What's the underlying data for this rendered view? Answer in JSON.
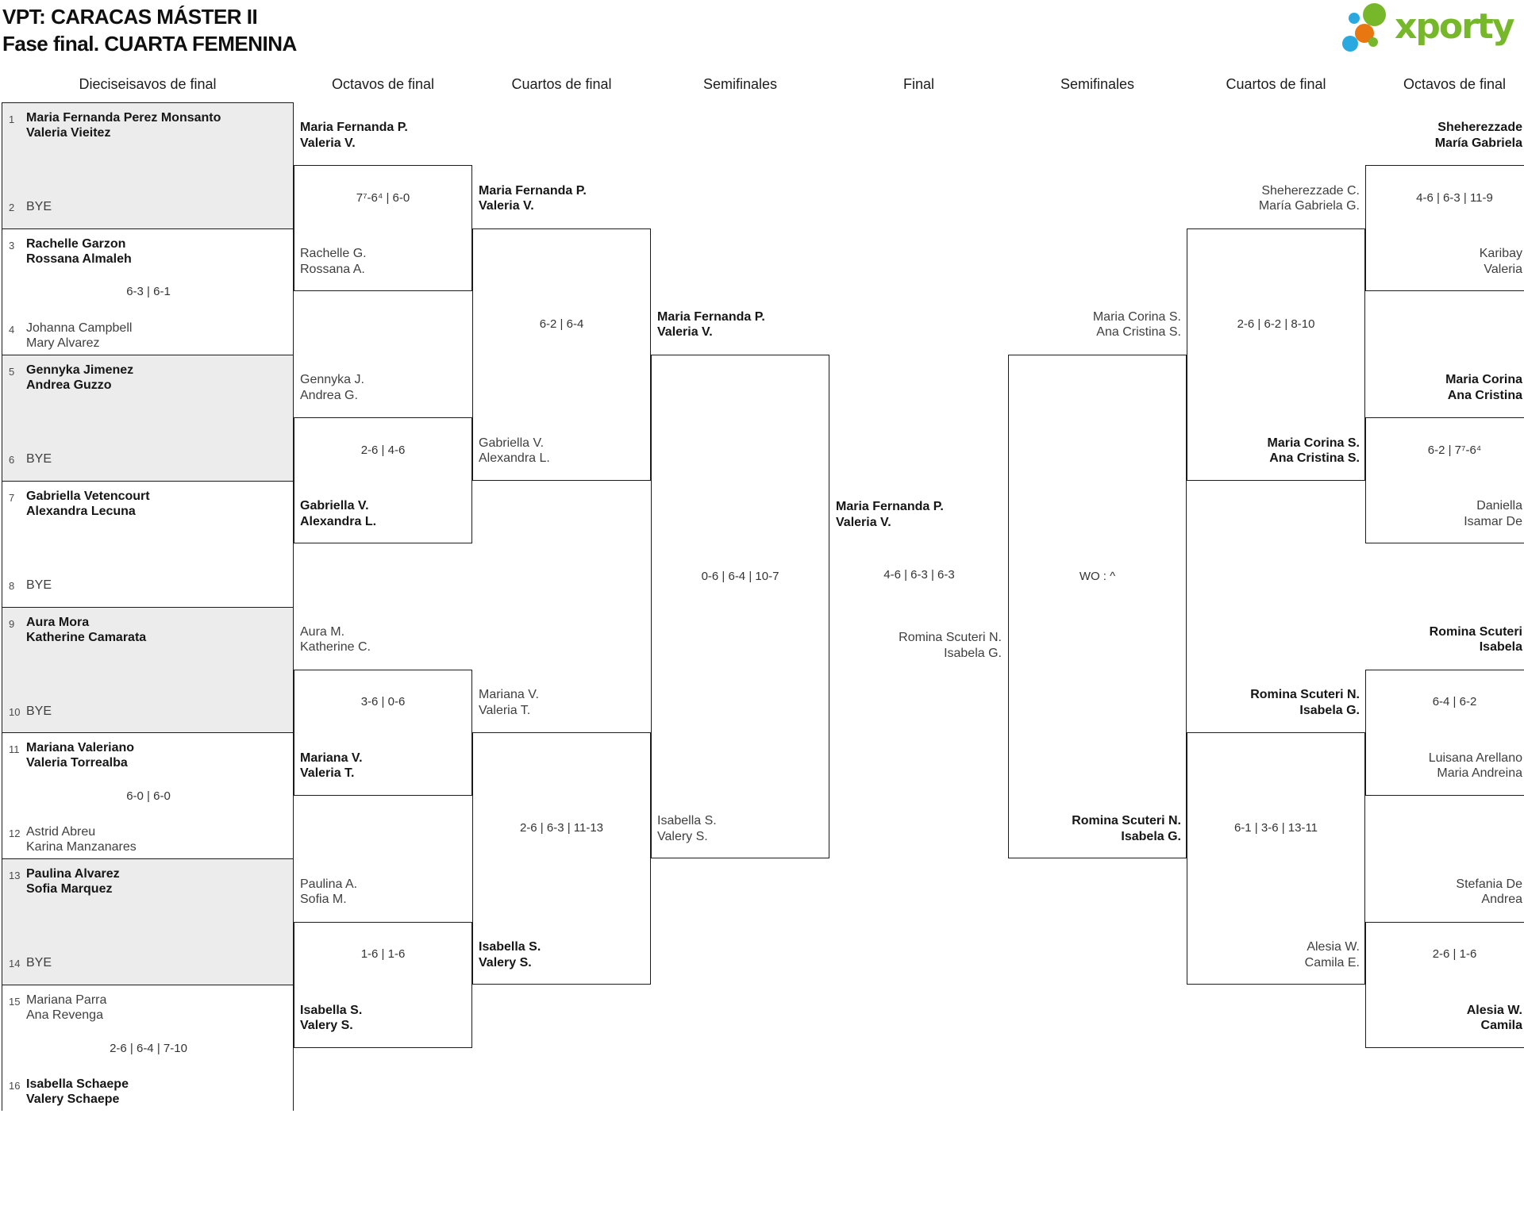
{
  "title": {
    "line1": "VPT: CARACAS MÁSTER II",
    "line2": "Fase final. CUARTA FEMENINA"
  },
  "logo": {
    "text": "xporty"
  },
  "colors": {
    "logo_green": "#76b82a",
    "logo_blue": "#29a9e0",
    "logo_orange": "#e87611",
    "shaded_row": "#ececec",
    "line": "#1b1b1b"
  },
  "round_headers": [
    "Dieciseisavos de final",
    "Octavos de final",
    "Cuartos de final",
    "Semifinales",
    "Final",
    "Semifinales",
    "Cuartos de final",
    "Octavos de final"
  ],
  "seed_matches": [
    {
      "shaded": true,
      "top": {
        "seed": "1",
        "names": [
          "Maria Fernanda Perez Monsanto",
          "Valeria Vieitez"
        ],
        "winner": true
      },
      "score": "",
      "bottom": {
        "seed": "2",
        "names": [
          "BYE"
        ],
        "winner": false
      }
    },
    {
      "shaded": false,
      "top": {
        "seed": "3",
        "names": [
          "Rachelle Garzon",
          "Rossana Almaleh"
        ],
        "winner": true
      },
      "score": "6-3 | 6-1",
      "bottom": {
        "seed": "4",
        "names": [
          "Johanna Campbell",
          "Mary Alvarez"
        ],
        "winner": false
      }
    },
    {
      "shaded": true,
      "top": {
        "seed": "5",
        "names": [
          "Gennyka Jimenez",
          "Andrea Guzzo"
        ],
        "winner": true
      },
      "score": "",
      "bottom": {
        "seed": "6",
        "names": [
          "BYE"
        ],
        "winner": false
      }
    },
    {
      "shaded": false,
      "top": {
        "seed": "7",
        "names": [
          "Gabriella Vetencourt",
          "Alexandra Lecuna"
        ],
        "winner": true
      },
      "score": "",
      "bottom": {
        "seed": "8",
        "names": [
          "BYE"
        ],
        "winner": false
      }
    },
    {
      "shaded": true,
      "top": {
        "seed": "9",
        "names": [
          "Aura Mora",
          "Katherine Camarata"
        ],
        "winner": true
      },
      "score": "",
      "bottom": {
        "seed": "10",
        "names": [
          "BYE"
        ],
        "winner": false
      }
    },
    {
      "shaded": false,
      "top": {
        "seed": "11",
        "names": [
          "Mariana Valeriano",
          "Valeria Torrealba"
        ],
        "winner": true
      },
      "score": "6-0 | 6-0",
      "bottom": {
        "seed": "12",
        "names": [
          "Astrid Abreu",
          "Karina Manzanares"
        ],
        "winner": false
      }
    },
    {
      "shaded": true,
      "top": {
        "seed": "13",
        "names": [
          "Paulina Alvarez",
          "Sofia Marquez"
        ],
        "winner": true
      },
      "score": "",
      "bottom": {
        "seed": "14",
        "names": [
          "BYE"
        ],
        "winner": false
      }
    },
    {
      "shaded": false,
      "top": {
        "seed": "15",
        "names": [
          "Mariana Parra",
          "Ana Revenga"
        ],
        "winner": false
      },
      "score": "2-6 | 6-4 | 7-10",
      "bottom": {
        "seed": "16",
        "names": [
          "Isabella Schaepe",
          "Valery Schaepe"
        ],
        "winner": true
      }
    }
  ],
  "matches": [
    {
      "round": "octavos",
      "side": "left",
      "slot": 0,
      "top": {
        "names": [
          "Maria Fernanda P.",
          "Valeria V."
        ],
        "winner": true
      },
      "score": "7⁷-6⁴ | 6-0",
      "bottom": {
        "names": [
          "Rachelle G.",
          "Rossana A."
        ],
        "winner": false
      }
    },
    {
      "round": "octavos",
      "side": "left",
      "slot": 1,
      "top": {
        "names": [
          "Gennyka J.",
          "Andrea G."
        ],
        "winner": false
      },
      "score": "2-6 | 4-6",
      "bottom": {
        "names": [
          "Gabriella V.",
          "Alexandra L."
        ],
        "winner": true
      }
    },
    {
      "round": "octavos",
      "side": "left",
      "slot": 2,
      "top": {
        "names": [
          "Aura M.",
          "Katherine C."
        ],
        "winner": false
      },
      "score": "3-6 | 0-6",
      "bottom": {
        "names": [
          "Mariana V.",
          "Valeria T."
        ],
        "winner": true
      }
    },
    {
      "round": "octavos",
      "side": "left",
      "slot": 3,
      "top": {
        "names": [
          "Paulina A.",
          "Sofia M."
        ],
        "winner": false
      },
      "score": "1-6 | 1-6",
      "bottom": {
        "names": [
          "Isabella S.",
          "Valery S."
        ],
        "winner": true
      }
    },
    {
      "round": "cuartos",
      "side": "left",
      "slot": 0,
      "top": {
        "names": [
          "Maria Fernanda P.",
          "Valeria V."
        ],
        "winner": true
      },
      "score": "6-2 | 6-4",
      "bottom": {
        "names": [
          "Gabriella V.",
          "Alexandra L."
        ],
        "winner": false
      }
    },
    {
      "round": "cuartos",
      "side": "left",
      "slot": 1,
      "top": {
        "names": [
          "Mariana V.",
          "Valeria T."
        ],
        "winner": false
      },
      "score": "2-6 | 6-3 | 11-13",
      "bottom": {
        "names": [
          "Isabella S.",
          "Valery S."
        ],
        "winner": true
      }
    },
    {
      "round": "semifinal",
      "side": "left",
      "slot": 0,
      "top": {
        "names": [
          "Maria Fernanda P.",
          "Valeria V."
        ],
        "winner": true
      },
      "score": "0-6 | 6-4 | 10-7",
      "bottom": {
        "names": [
          "Isabella S.",
          "Valery S."
        ],
        "winner": false
      }
    },
    {
      "round": "final",
      "side": "center",
      "slot": 0,
      "top": {
        "names": [
          "Maria Fernanda P.",
          "Valeria V."
        ],
        "winner": true
      },
      "score": "4-6 | 6-3 | 6-3",
      "bottom": {
        "names": [
          "Romina Scuteri N.",
          "Isabela G."
        ],
        "winner": false
      }
    },
    {
      "round": "semifinal",
      "side": "right",
      "slot": 0,
      "top": {
        "names": [
          "Maria Corina S.",
          "Ana Cristina S."
        ],
        "winner": false
      },
      "score": "WO : ^",
      "bottom": {
        "names": [
          "Romina Scuteri N.",
          "Isabela G."
        ],
        "winner": true
      }
    },
    {
      "round": "cuartos",
      "side": "right",
      "slot": 0,
      "top": {
        "names": [
          "Sheherezzade C.",
          "María Gabriela G."
        ],
        "winner": false
      },
      "score": "2-6 | 6-2 | 8-10",
      "bottom": {
        "names": [
          "Maria Corina S.",
          "Ana Cristina S."
        ],
        "winner": true
      }
    },
    {
      "round": "cuartos",
      "side": "right",
      "slot": 1,
      "top": {
        "names": [
          "Romina Scuteri N.",
          "Isabela G."
        ],
        "winner": true
      },
      "score": "6-1 | 3-6 | 13-11",
      "bottom": {
        "names": [
          "Alesia W.",
          "Camila E."
        ],
        "winner": false
      }
    },
    {
      "round": "octavos",
      "side": "right",
      "slot": 0,
      "top": {
        "names": [
          "Sheherezzade",
          "María Gabriela"
        ],
        "winner": true
      },
      "score": "4-6 | 6-3 | 11-9",
      "bottom": {
        "names": [
          "Karibay",
          "Valeria"
        ],
        "winner": false
      }
    },
    {
      "round": "octavos",
      "side": "right",
      "slot": 1,
      "top": {
        "names": [
          "Maria Corina",
          "Ana Cristina"
        ],
        "winner": true
      },
      "score": "6-2 | 7⁷-6⁴",
      "bottom": {
        "names": [
          "Daniella",
          "Isamar De"
        ],
        "winner": false
      }
    },
    {
      "round": "octavos",
      "side": "right",
      "slot": 2,
      "top": {
        "names": [
          "Romina Scuteri",
          "Isabela"
        ],
        "winner": true
      },
      "score": "6-4 | 6-2",
      "bottom": {
        "names": [
          "Luisana Arellano",
          "Maria Andreina"
        ],
        "winner": false
      }
    },
    {
      "round": "octavos",
      "side": "right",
      "slot": 3,
      "top": {
        "names": [
          "Stefania De",
          "Andrea"
        ],
        "winner": false
      },
      "score": "2-6 | 1-6",
      "bottom": {
        "names": [
          "Alesia W.",
          "Camila"
        ],
        "winner": true
      }
    }
  ]
}
